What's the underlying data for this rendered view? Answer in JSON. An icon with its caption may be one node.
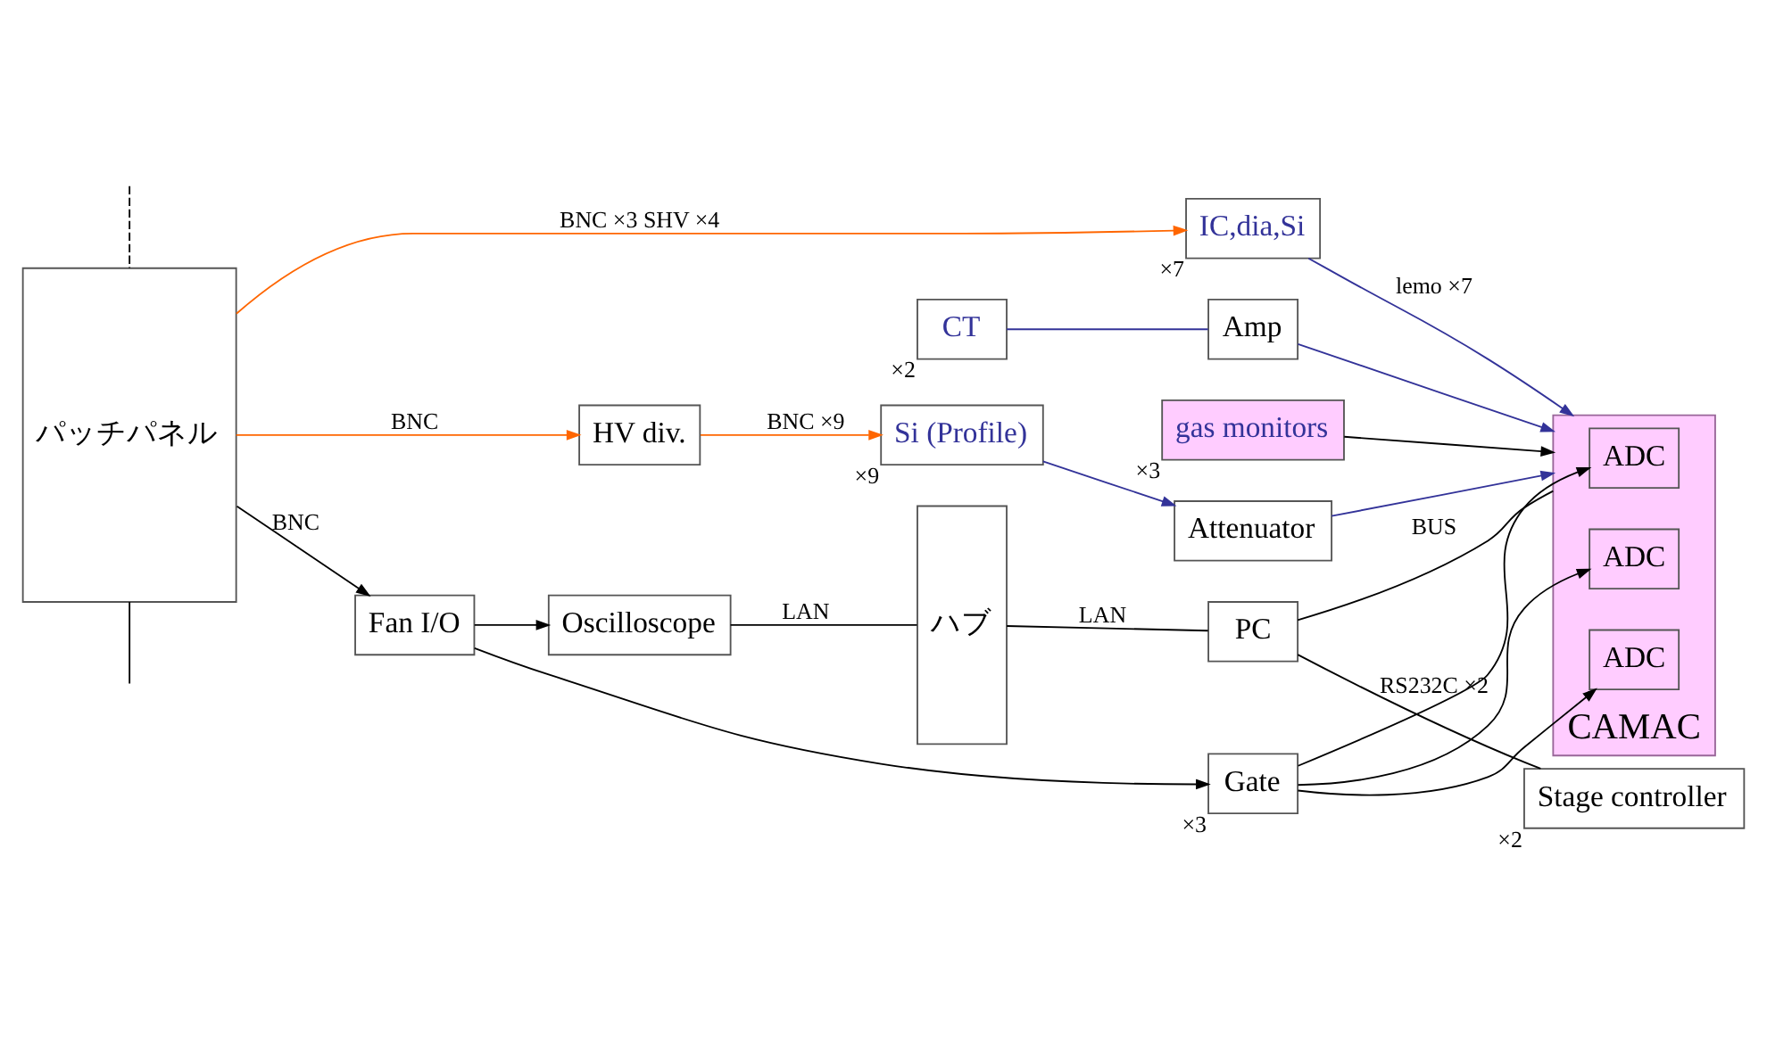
{
  "diagram": {
    "nodes": [
      {
        "text": [
          "パッチパネル"
        ]
      },
      {
        "text": [
          "HV div."
        ]
      },
      {
        "text": [
          "Si (Profile)"
        ],
        "beside": [
          "×9"
        ]
      },
      {
        "text": [
          "Attenuator"
        ]
      },
      {
        "text": [
          "IC,dia,Si"
        ],
        "beside": [
          "×7"
        ]
      },
      {
        "text": [
          "Fan I/O"
        ]
      },
      {
        "text": [
          "Gate"
        ],
        "beside": [
          "×3"
        ]
      },
      {
        "text": [
          "Oscilloscope"
        ]
      },
      {
        "text": [
          "CAMAC"
        ]
      },
      {
        "text": [
          "ADC"
        ],
        "in": 8
      },
      {
        "text": [
          "ADC"
        ],
        "in": 8
      },
      {
        "text": [
          "ADC"
        ],
        "in": 8
      },
      {
        "text": [
          "Amp"
        ]
      },
      {
        "text": [
          "CT"
        ],
        "beside": [
          "×2"
        ]
      },
      {
        "text": [
          "gas monitors"
        ],
        "beside": [
          "×3"
        ]
      },
      {
        "text": [
          "ハブ"
        ]
      },
      {
        "text": [
          "PC"
        ]
      },
      {
        "text": [
          "Stage controller"
        ],
        "beside": [
          "×2"
        ]
      }
    ],
    "edges": [
      {
        "from": null,
        "to": 0,
        "arrow": "none",
        "style": "dashed"
      },
      {
        "from": 0,
        "to": null,
        "arrow": "none"
      },
      {
        "from": 0,
        "to": 1,
        "arrow": "to",
        "label": "BNC",
        "color": "#ff6600"
      },
      {
        "from": 1,
        "to": 2,
        "arrow": "to",
        "label": "BNC ×9",
        "color": "#ff6600"
      },
      {
        "from": 2,
        "to": 3,
        "arrow": "to",
        "color": "#333399"
      },
      {
        "from": 0,
        "to": 4,
        "arrow": "to",
        "label": "BNC ×3 SHV ×4",
        "color": "#ff6600"
      },
      {
        "from": 4,
        "to": 8,
        "arrow": "to",
        "label": "lemo ×7",
        "color": "#333399"
      },
      {
        "from": 3,
        "to": 8,
        "arrow": "to",
        "color": "#333399"
      },
      {
        "from": 0,
        "to": 5,
        "arrow": "to",
        "label": "BNC"
      },
      {
        "from": 5,
        "to": 6,
        "arrow": "to"
      },
      {
        "from": 5,
        "to": 7,
        "arrow": "to"
      },
      {
        "from": 6,
        "to": 9,
        "arrow": "to"
      },
      {
        "from": 6,
        "to": 10,
        "arrow": "to"
      },
      {
        "from": 6,
        "to": 11,
        "arrow": "to"
      },
      {
        "from": 13,
        "to": 12,
        "arrow": "none",
        "color": "#333399"
      },
      {
        "from": 12,
        "to": 8,
        "arrow": "to",
        "color": "#333399"
      },
      {
        "from": 14,
        "to": 8,
        "arrow": "to"
      },
      {
        "from": 7,
        "to": 15,
        "arrow": "none",
        "label": "LAN"
      },
      {
        "from": 15,
        "to": 16,
        "arrow": "none",
        "label": "LAN"
      },
      {
        "from": 16,
        "to": 8,
        "arrow": "none",
        "label": "BUS"
      },
      {
        "from": 16,
        "to": 17,
        "arrow": "none",
        "label": "RS232C ×2"
      }
    ]
  }
}
